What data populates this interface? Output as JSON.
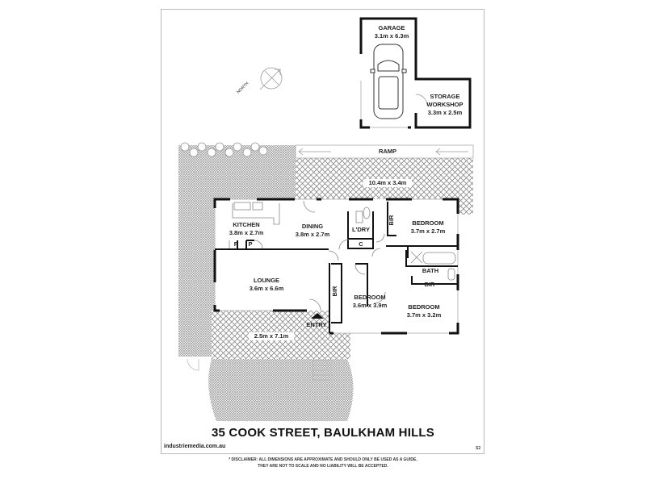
{
  "plan": {
    "address": "35 COOK STREET, BAULKHAM HILLS",
    "website": "industriemedia.com.au",
    "sheet_code": "S2",
    "disclaimer_line1": "* DISCLAIMER: ALL DIMENSIONS ARE APPROXIMATE AND SHOULD ONLY BE USED AS A GUIDE.",
    "disclaimer_line2": "THEY ARE NOT TO SCALE AND NO LIABILITY WILL BE ACCEPTED.",
    "north_label": "NORTH",
    "ramp_label": "RAMP",
    "entry_label": "ENTRY"
  },
  "rooms": {
    "garage": {
      "name": "GARAGE",
      "dims": "3.1m x 6.3m"
    },
    "storage": {
      "name1": "STORAGE",
      "name2": "WORKSHOP",
      "dims": "3.3m x 2.5m"
    },
    "deck_rear": {
      "dims": "10.4m x 3.4m"
    },
    "kitchen": {
      "name": "KITCHEN",
      "dims": "3.8m x 2.7m"
    },
    "dining": {
      "name": "DINING",
      "dims": "3.8m x 2.7m"
    },
    "laundry": {
      "name": "L'DRY"
    },
    "cupboard": {
      "name": "C"
    },
    "fridge": {
      "name": "F"
    },
    "pantry": {
      "name": "P"
    },
    "bir1": {
      "name": "BIR"
    },
    "bedroom1": {
      "name": "BEDROOM",
      "dims": "3.7m x 2.7m"
    },
    "bath": {
      "name": "BATH"
    },
    "bir2": {
      "name": "BIR"
    },
    "lounge": {
      "name": "LOUNGE",
      "dims": "3.6m x 6.6m"
    },
    "bir3": {
      "name": "BIR"
    },
    "bedroom2": {
      "name": "BEDROOM",
      "dims": "3.6m x 3.9m"
    },
    "bedroom3": {
      "name": "BEDROOM",
      "dims": "3.7m x 3.2m"
    },
    "deck_front": {
      "dims": "2.5m x 7.1m"
    }
  },
  "colors": {
    "wall": "#111111",
    "frame": "#b8b8b8",
    "hatch": "#9a9a9a"
  }
}
